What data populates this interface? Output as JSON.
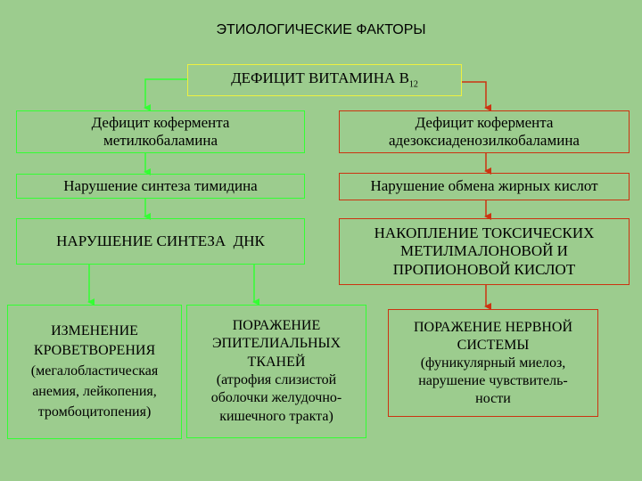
{
  "title": "ЭТИОЛОГИЧЕСКИЕ ФАКТОРЫ",
  "top": {
    "text": "ДЕФИЦИТ ВИТАМИНА В",
    "sub": "12"
  },
  "left": {
    "l1": [
      "Дефицит кофермента",
      "метилкобаламина"
    ],
    "l2": "Нарушение синтеза тимидина",
    "l3": "НАРУШЕНИЕ СИНТЕЗА  ДНК",
    "l4": [
      "ИЗМЕНЕНИЕ",
      "КРОВЕТВОРЕНИЯ",
      "(мегалобластическая",
      "анемия, лейкопения,",
      "тромбоцитопения)"
    ],
    "l5": [
      "ПОРАЖЕНИЕ",
      "ЭПИТЕЛИАЛЬНЫХ",
      "ТКАНЕЙ",
      "(атрофия слизистой",
      "оболочки желудочно-",
      "кишечного тракта)"
    ]
  },
  "right": {
    "r1": [
      "Дефицит кофермента",
      "адезоксиаденозилкобаламина"
    ],
    "r2": "Нарушение обмена жирных кислот",
    "r3": [
      "НАКОПЛЕНИЕ ТОКСИЧЕСКИХ",
      "МЕТИЛМАЛОНОВОЙ И",
      "ПРОПИОНОВОЙ КИСЛОТ"
    ],
    "r4": [
      "ПОРАЖЕНИЕ НЕРВНОЙ",
      "СИСТЕМЫ",
      "(фуникулярный миелоз,",
      "нарушение чувствитель-",
      "ности"
    ]
  },
  "colors": {
    "background": "#9CCC8E",
    "green": "#33FF33",
    "yellow": "#EEF040",
    "red": "#CC3311"
  }
}
